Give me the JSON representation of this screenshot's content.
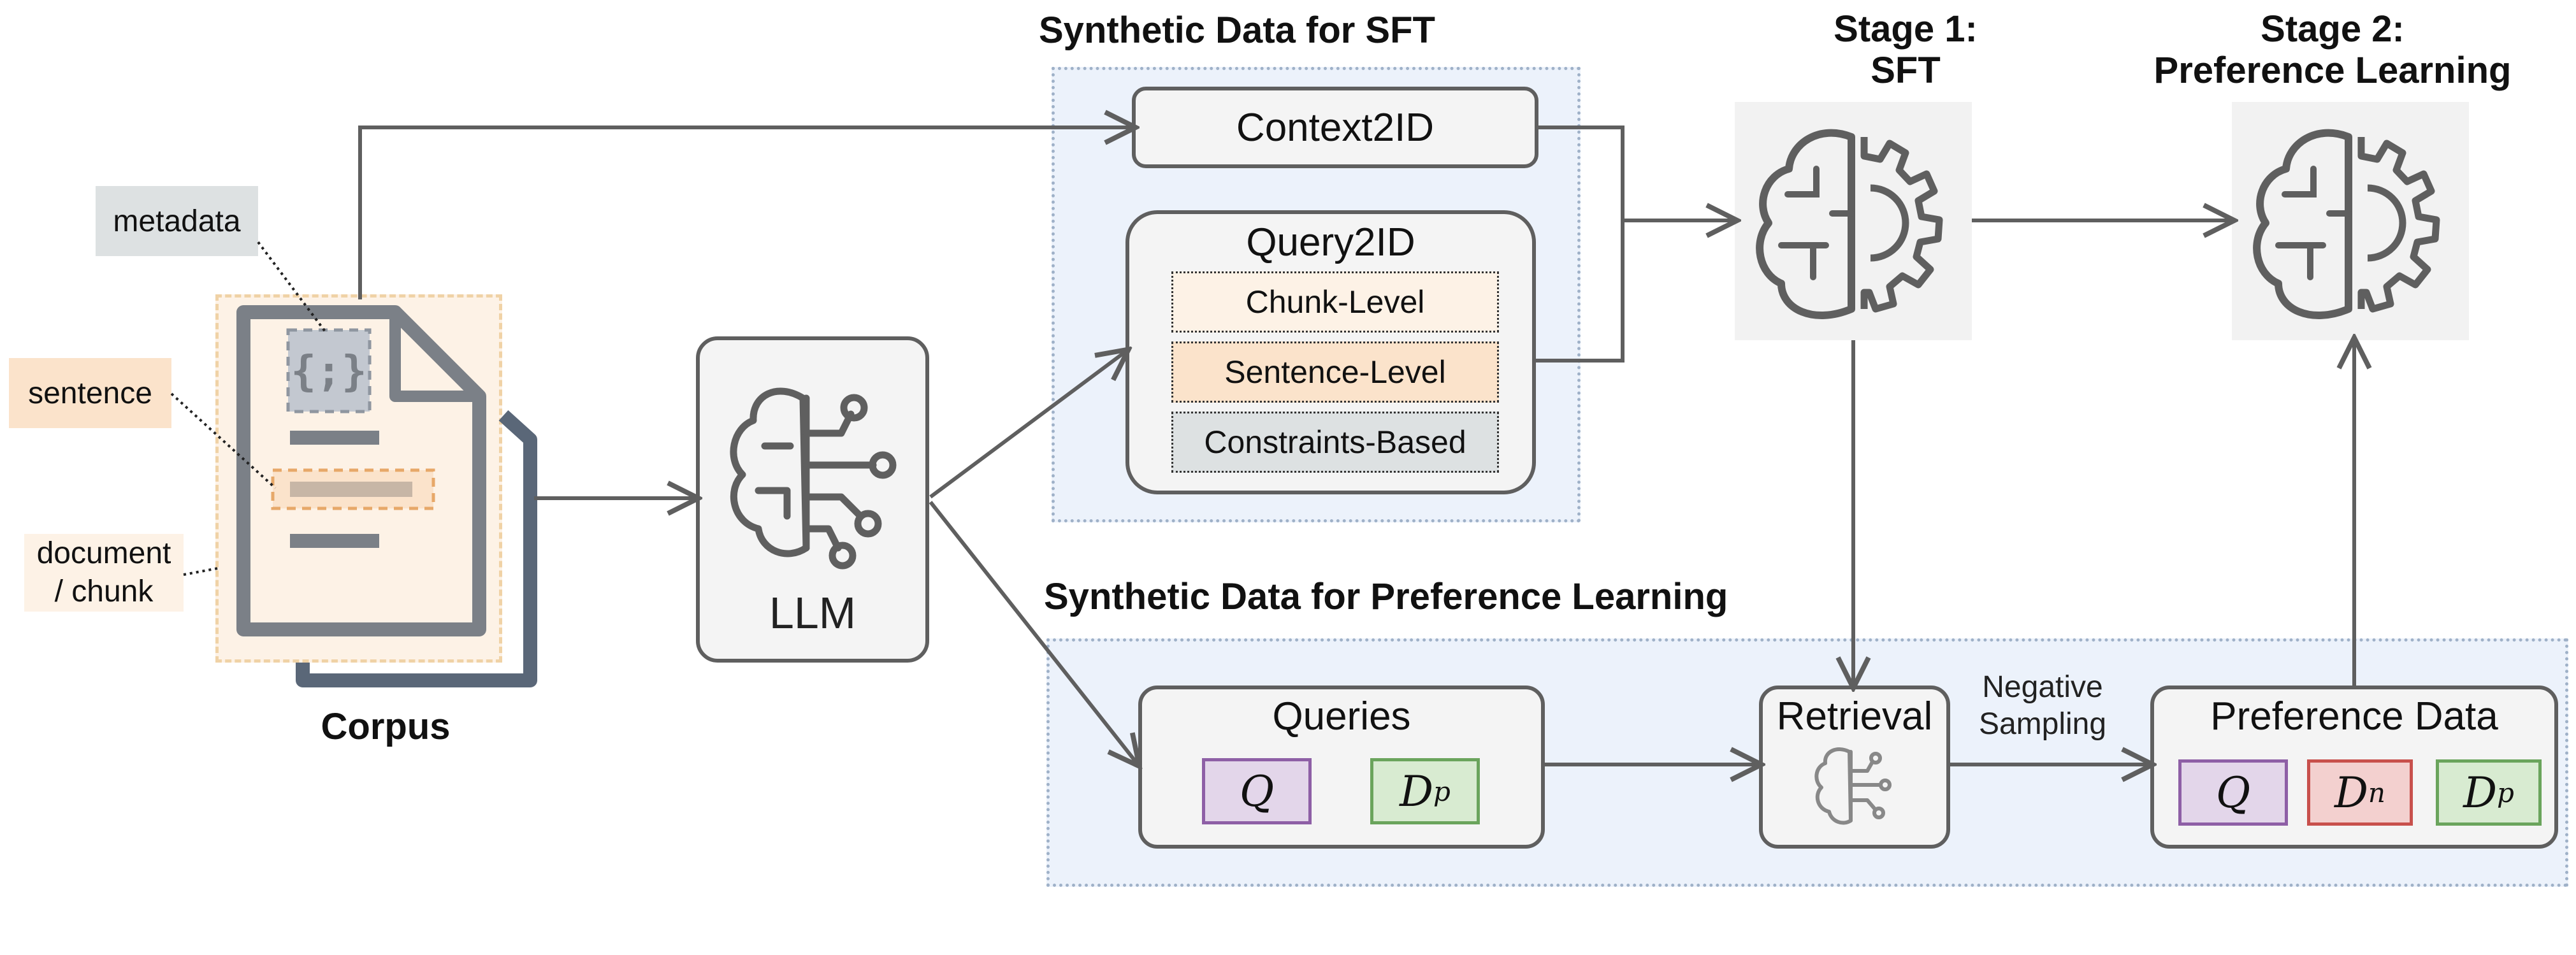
{
  "corpus": {
    "label": "Corpus",
    "tag_metadata": "metadata",
    "tag_sentence": "sentence",
    "tag_document": "document\n/ chunk",
    "metadata_glyph": "{;}"
  },
  "llm": {
    "label": "LLM",
    "icon": "brain-circuit-icon"
  },
  "sft_section": {
    "heading": "Synthetic Data for SFT",
    "context2id": "Context2ID",
    "query2id": {
      "title": "Query2ID",
      "levels": [
        "Chunk-Level",
        "Sentence-Level",
        "Constraints-Based"
      ]
    }
  },
  "pref_section": {
    "heading": "Synthetic Data for Preference Learning",
    "queries": {
      "title": "Queries",
      "q": "Q",
      "dp_base": "D",
      "dp_sub": "p"
    },
    "retrieval": {
      "title": "Retrieval",
      "icon": "brain-circuit-icon"
    },
    "negative_sampling": "Negative\nSampling",
    "preference": {
      "title": "Preference Data",
      "q": "Q",
      "dn_base": "D",
      "dn_sub": "n",
      "dp_base": "D",
      "dp_sub": "p"
    }
  },
  "stage1": {
    "heading": "Stage 1:\nSFT",
    "icon": "brain-gear-icon"
  },
  "stage2": {
    "heading": "Stage 2:\nPreference Learning",
    "icon": "brain-gear-icon"
  },
  "colors": {
    "arrow": "#5f5f5f",
    "region_bg": "#ecf2fb",
    "q_box": "#e3d6ea",
    "q_border": "#8e5fa6",
    "dp_box": "#d8ebd1",
    "dp_border": "#6aa45c",
    "dn_box": "#f3d0cf",
    "dn_border": "#c8504c",
    "sentence_bg": "#fbe3cb",
    "chunk_bg": "#fdf2e6",
    "metadata_bg": "#dde1e2"
  }
}
